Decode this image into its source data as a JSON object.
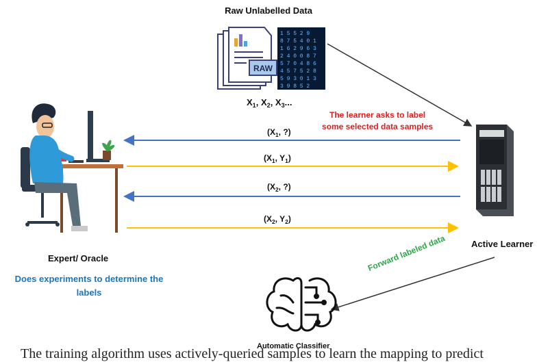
{
  "raw_data": {
    "title": "Raw Unlabelled Data",
    "doc_badge": "RAW",
    "samples": [
      "X",
      "1",
      ", X",
      "2",
      ", X",
      "3",
      "..."
    ]
  },
  "exchanges": {
    "request_1": [
      "(X",
      "1",
      ", ?)"
    ],
    "response_1": [
      "(X",
      "1",
      ", Y",
      "1",
      ")"
    ],
    "request_2": [
      "(X",
      "2",
      ", ?)"
    ],
    "response_2": [
      "(X",
      "2",
      ", Y",
      "2",
      ")"
    ]
  },
  "note": {
    "line1": "The learner asks to label",
    "line2": "some selected data samples"
  },
  "oracle": {
    "title": "Expert/ Oracle",
    "desc_line1": "Does experiments to determine the",
    "desc_line2": "labels"
  },
  "learner": {
    "title": "Active Learner"
  },
  "forward": {
    "label": "Forward labeled data"
  },
  "classifier": {
    "title": "Automatic Classifier"
  },
  "caption": {
    "text": "The training algorithm uses actively-queried samples to learn the mapping to predict"
  },
  "matrix_digits": [
    "1 5 5 2 9",
    "8 7 5 4 0 1",
    "1 6 2 9 6 3",
    "2 4 0 0 8 7",
    "5 7 0 4 8 6",
    "4 5 7 5 2 8",
    "5 9 3 0 1 3",
    "3 9 8 5 2"
  ],
  "colors": {
    "request_arrow": "#4472c4",
    "response_arrow": "#ffc000",
    "note": "#e21d1d",
    "desc": "#1b75bb",
    "forward": "#2aa845"
  },
  "icons": [
    "document-icon",
    "data-matrix-icon",
    "expert-icon",
    "server-icon",
    "brain-icon"
  ]
}
